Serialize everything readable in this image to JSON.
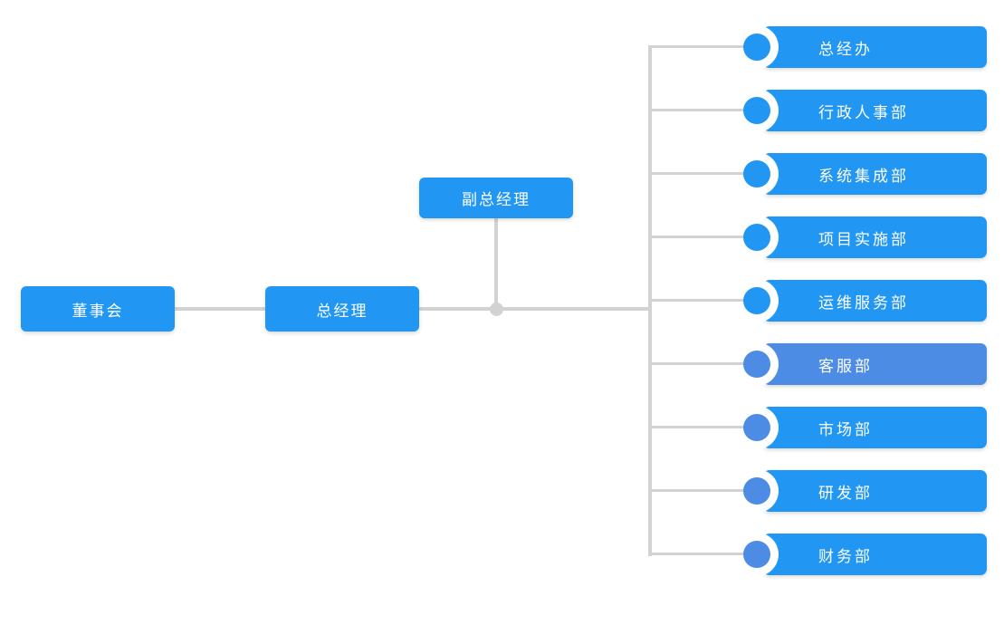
{
  "org": {
    "board": {
      "label": "董事会"
    },
    "general_manager": {
      "label": "总经理"
    },
    "deputy_general_manager": {
      "label": "副总经理"
    },
    "departments": [
      {
        "label": "总经办",
        "box_variant": "primary",
        "circle_variant": "primary"
      },
      {
        "label": "行政人事部",
        "box_variant": "primary",
        "circle_variant": "primary"
      },
      {
        "label": "系统集成部",
        "box_variant": "primary",
        "circle_variant": "primary"
      },
      {
        "label": "项目实施部",
        "box_variant": "primary",
        "circle_variant": "primary"
      },
      {
        "label": "运维服务部",
        "box_variant": "primary",
        "circle_variant": "primary"
      },
      {
        "label": "客服部",
        "box_variant": "light",
        "circle_variant": "light"
      },
      {
        "label": "市场部",
        "box_variant": "primary",
        "circle_variant": "light"
      },
      {
        "label": "研发部",
        "box_variant": "primary",
        "circle_variant": "light"
      },
      {
        "label": "财务部",
        "box_variant": "primary",
        "circle_variant": "light"
      }
    ]
  },
  "colors": {
    "primary_blue": "#2196F3",
    "light_blue": "#4D8CE5",
    "connector_gray": "#D2D2D2",
    "text_white": "#FFFFFF"
  }
}
